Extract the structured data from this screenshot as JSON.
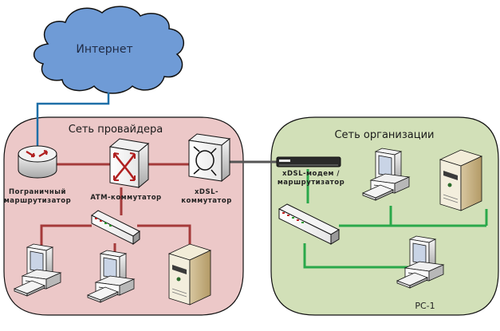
{
  "diagram": {
    "cloud": {
      "label": "Интернет",
      "color": "#6f9bd6"
    },
    "provider_zone": {
      "title": "Сеть провайдера",
      "fill": "#ecc8c8",
      "link_color": "#a53a3a",
      "devices": {
        "border_router": {
          "label_line1": "Пограничный",
          "label_line2": "маршрутизатор"
        },
        "atm_switch": {
          "label": "ATM-коммутатор"
        },
        "xdsl_switch": {
          "label_line1": "xDSL-",
          "label_line2": "коммутатор"
        },
        "hub": {
          "label": ""
        },
        "pc_left": {
          "label": ""
        },
        "pc_middle": {
          "label": ""
        },
        "server": {
          "label": ""
        }
      }
    },
    "org_zone": {
      "title": "Сеть организации",
      "fill": "#d2e0b8",
      "link_color": "#2aa84a",
      "devices": {
        "xdsl_modem": {
          "label_line1": "xDSL-модем /",
          "label_line2": "маршрутизатор"
        },
        "hub": {
          "label": ""
        },
        "pc_top": {
          "label": ""
        },
        "server": {
          "label": ""
        },
        "pc1": {
          "label": "PC-1"
        }
      }
    },
    "uplink_color": "#1e6fa8",
    "wan_link_color": "#555555"
  }
}
